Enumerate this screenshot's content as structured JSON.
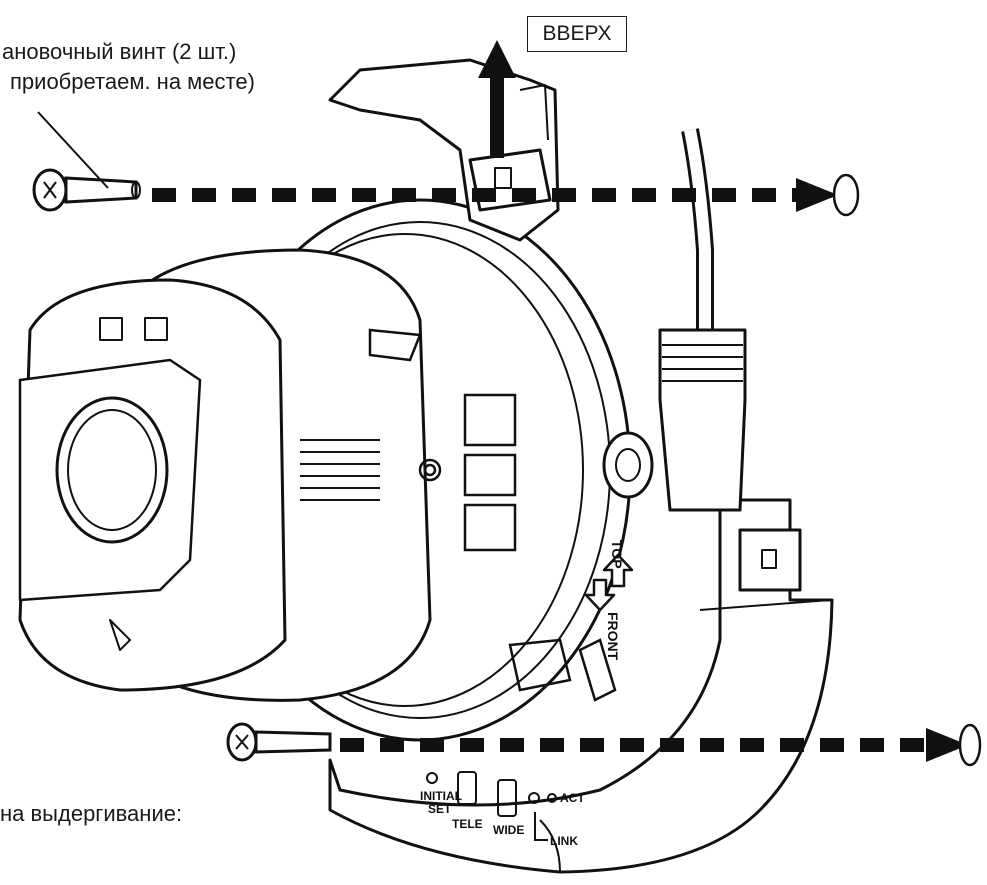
{
  "labels": {
    "screw_line1": "ановочный винт (2 шт.)",
    "screw_line2": "приобретаем. на месте)",
    "up": "ВВЕРХ",
    "pull": "на выдергивание:"
  },
  "device_markings": {
    "top": "TOP",
    "front": "FRONT",
    "initial_set_1": "INITIAL",
    "initial_set_2": "SET",
    "tele": "TELE",
    "wide": "WIDE",
    "act": "ACT",
    "link": "LINK"
  },
  "colors": {
    "ink": "#111111",
    "background": "#ffffff"
  }
}
